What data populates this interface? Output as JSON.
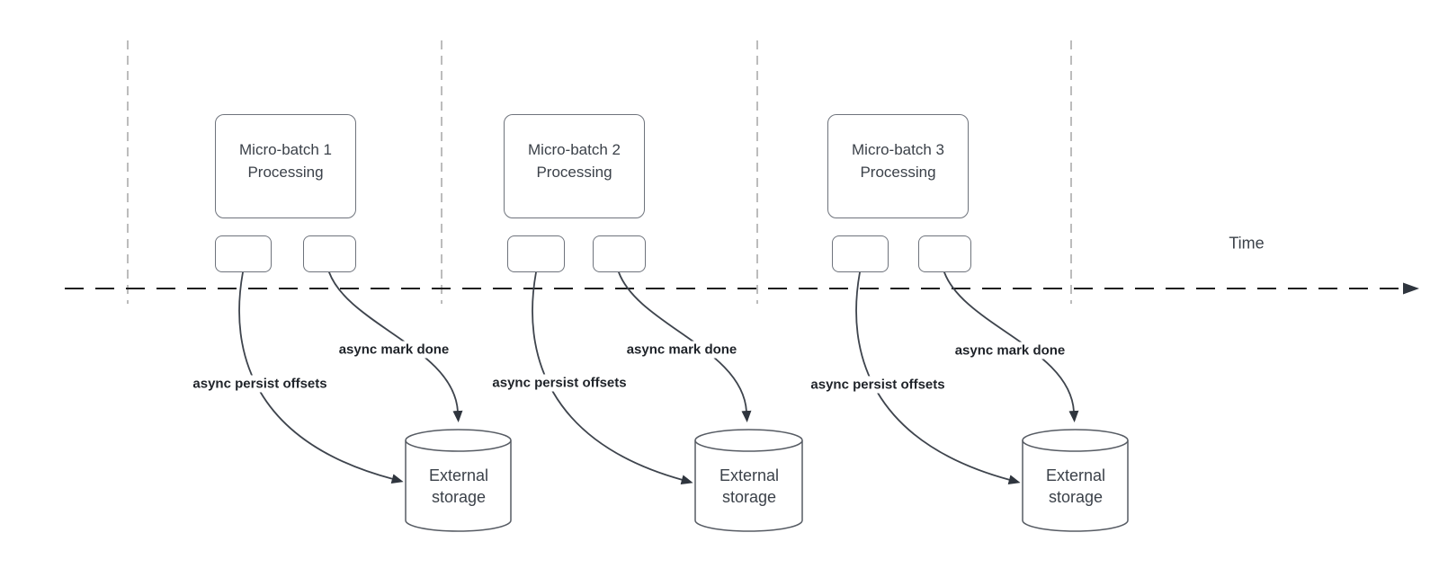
{
  "diagram": {
    "time_label": "Time",
    "batches": [
      {
        "box_label": "Micro-batch 1\nProcessing",
        "persist_label": "async persist offsets",
        "mark_done_label": "async mark done",
        "storage_label": "External\nstorage"
      },
      {
        "box_label": "Micro-batch 2\nProcessing",
        "persist_label": "async persist offsets",
        "mark_done_label": "async mark done",
        "storage_label": "External\nstorage"
      },
      {
        "box_label": "Micro-batch 3\nProcessing",
        "persist_label": "async persist offsets",
        "mark_done_label": "async mark done",
        "storage_label": "External\nstorage"
      }
    ],
    "colors": {
      "background": "#ffffff",
      "timeline": "#1f1f1f",
      "interval_gridline": "#a6a6a6",
      "box_border": "#6e737c",
      "connector": "#3e444d",
      "arrowhead": "#2f353e",
      "box_text": "#3b4149",
      "label_text": "#1f2329"
    }
  }
}
